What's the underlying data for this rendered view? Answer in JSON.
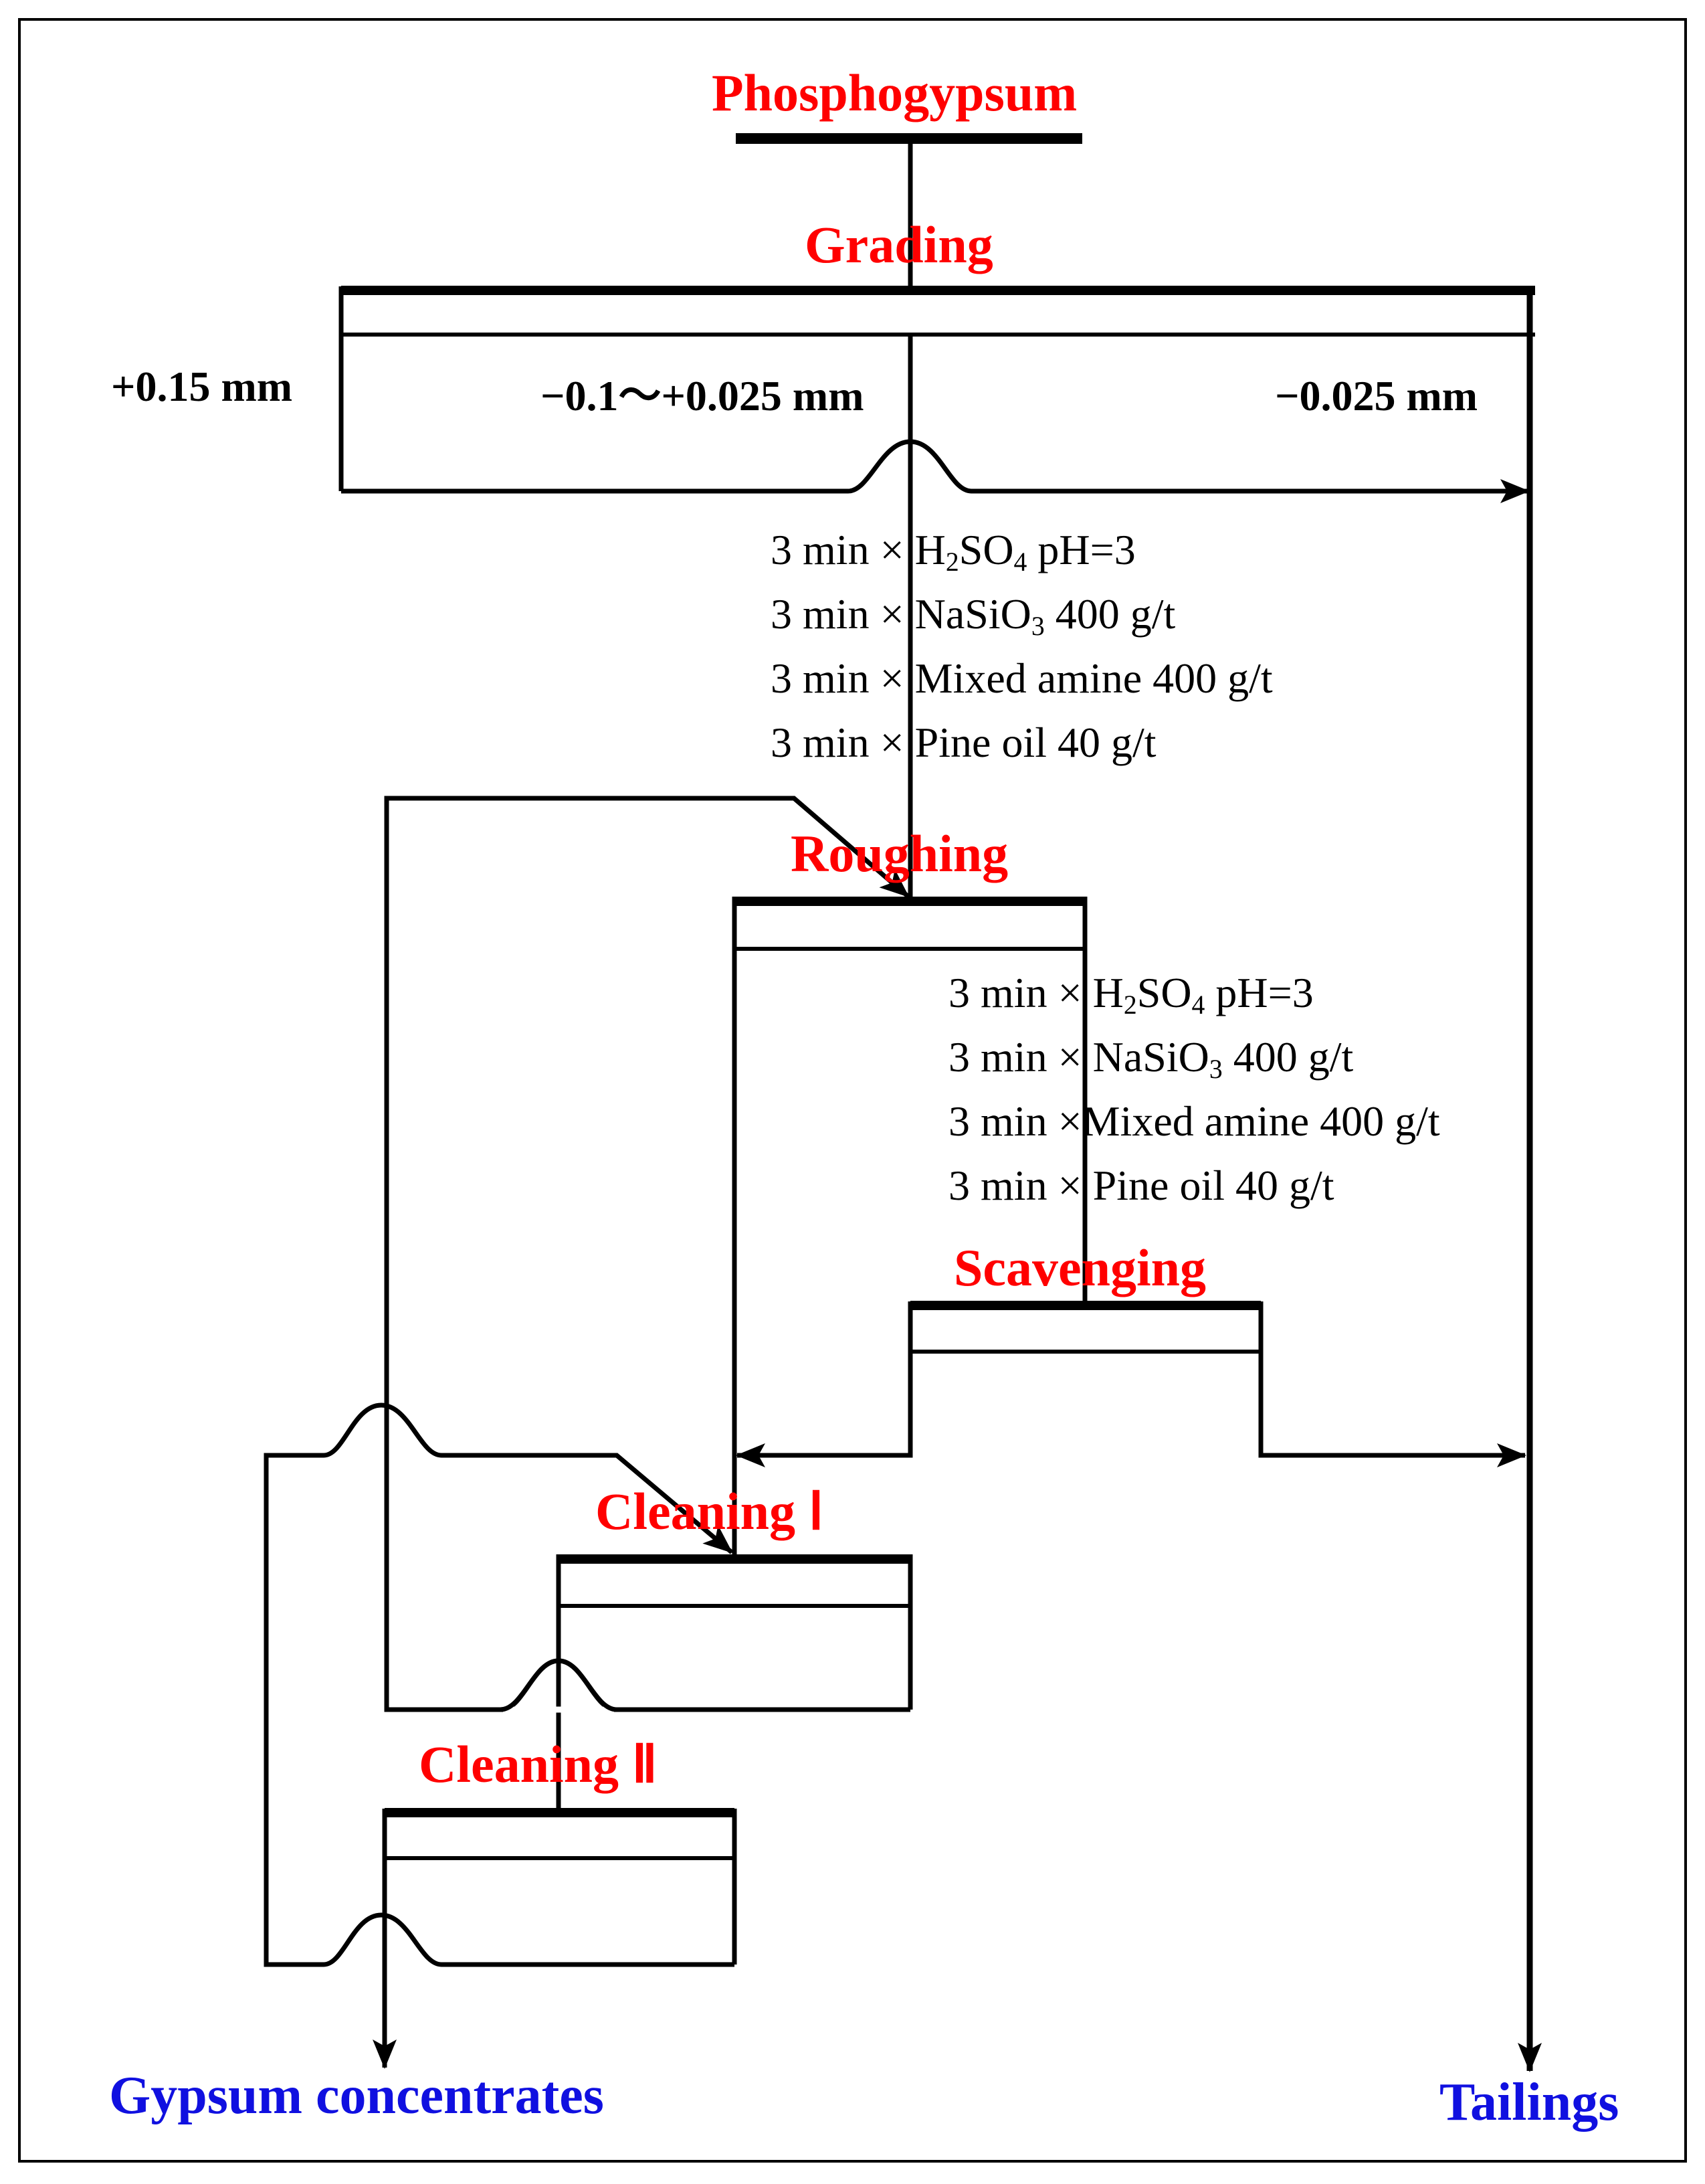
{
  "stages": {
    "feed": "Phosphogypsum",
    "grading": "Grading",
    "roughing": "Roughing",
    "scavenging": "Scavenging",
    "cleaning1": "Cleaning Ⅰ",
    "cleaning2": "Cleaning Ⅱ"
  },
  "size_fractions": {
    "coarse": "+0.15 mm",
    "middle": "−0.1～+0.025 mm",
    "fine": "−0.025 mm"
  },
  "roughing_reagents": [
    {
      "time": "3 min ×",
      "name": "H",
      "sub1": "2",
      "mid": "SO",
      "sub2": "4",
      "rest": " pH=3"
    },
    {
      "time": "3 min ×",
      "name": "NaSiO",
      "sub1": "3",
      "mid": "",
      "sub2": "",
      "rest": " 400 g/t"
    },
    {
      "time": "3 min ×",
      "name": "Mixed amine 400 g/t",
      "sub1": "",
      "mid": "",
      "sub2": "",
      "rest": ""
    },
    {
      "time": "3 min ×",
      "name": "Pine oil 40 g/t",
      "sub1": "",
      "mid": "",
      "sub2": "",
      "rest": ""
    }
  ],
  "scavenging_reagents": [
    {
      "time": "3 min ×",
      "name": "H",
      "sub1": "2",
      "mid": "SO",
      "sub2": "4",
      "rest": " pH=3"
    },
    {
      "time": "3 min ×",
      "name": "NaSiO",
      "sub1": "3",
      "mid": "",
      "sub2": "",
      "rest": " 400 g/t"
    },
    {
      "time": "3 min ×",
      "name": "Mixed amine 400 g/t",
      "sub1": "",
      "mid": "",
      "sub2": "",
      "rest": ""
    },
    {
      "time": "3 min ×",
      "name": "Pine oil 40 g/t",
      "sub1": "",
      "mid": "",
      "sub2": "",
      "rest": ""
    }
  ],
  "products": {
    "concentrate": "Gypsum concentrates",
    "tailings": "Tailings"
  },
  "colors": {
    "stage_text": "#ff0000",
    "product_text": "#1010e0",
    "line": "#000000"
  }
}
